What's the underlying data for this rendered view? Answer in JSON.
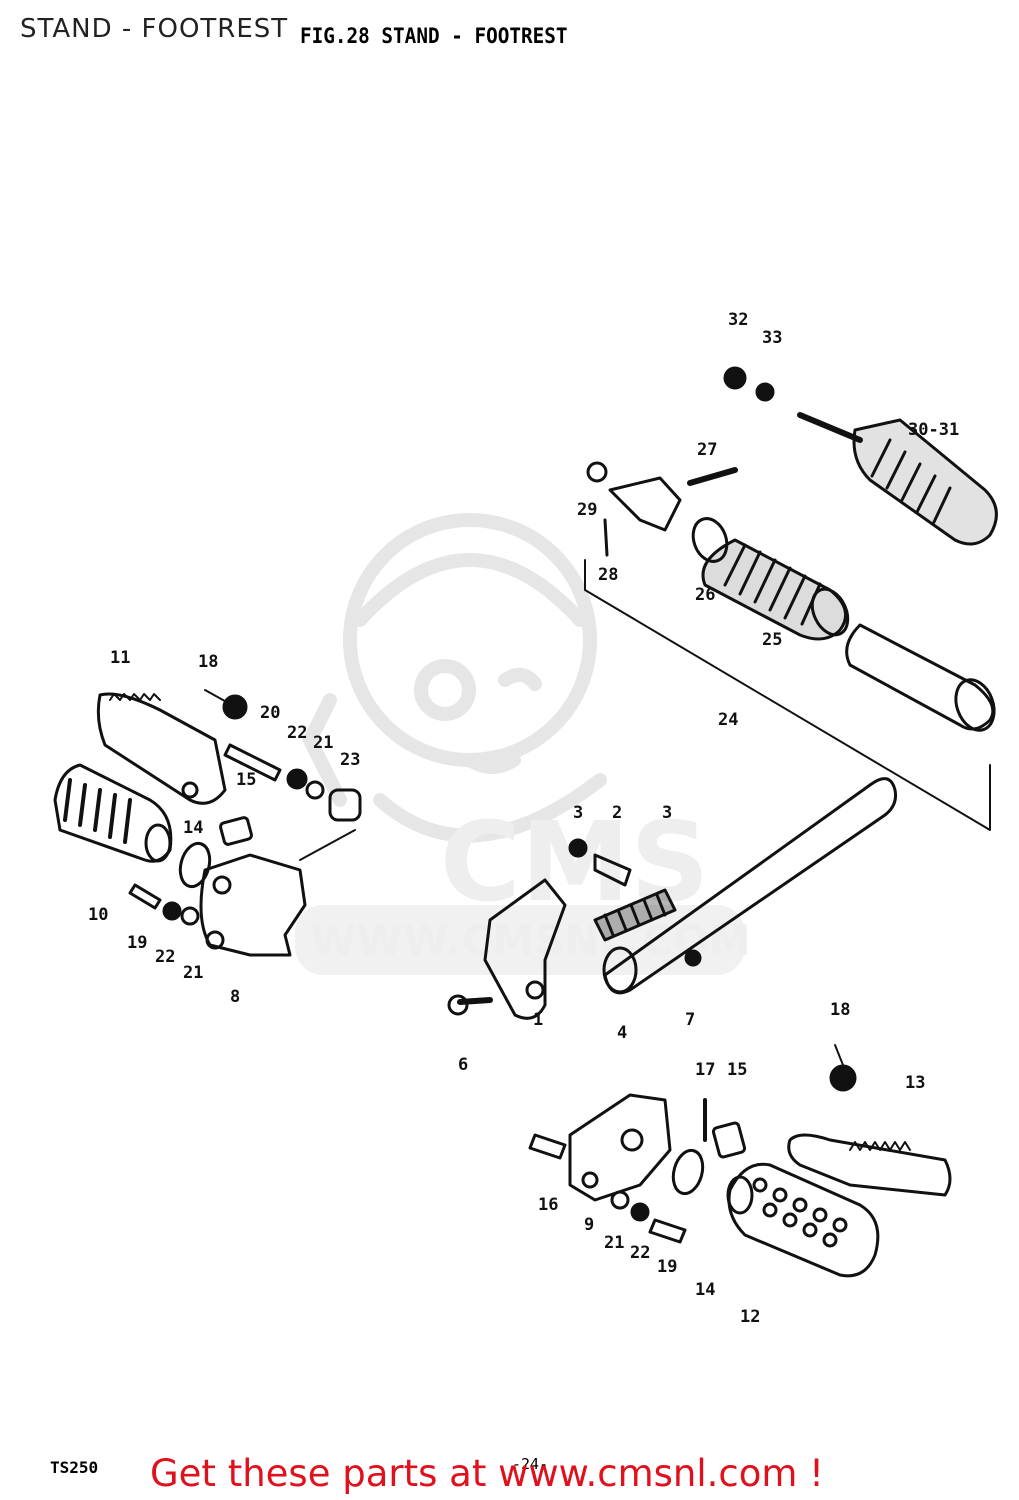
{
  "header": {
    "page_title": "STAND - FOOTREST",
    "figure_title": "FIG.28  STAND - FOOTREST"
  },
  "footer": {
    "model": "TS250",
    "page_number": "-24-",
    "cta": "Get these parts at www.cmsnl.com !"
  },
  "watermark": {
    "logo_text": "CMS",
    "url_text": "WWW.CMSNL.COM"
  },
  "part_labels": {
    "p1": "1",
    "p2": "2",
    "p3": "3",
    "p3b": "3",
    "p4": "4",
    "p6": "6",
    "p7": "7",
    "p8": "8",
    "p9": "9",
    "p10": "10",
    "p11": "11",
    "p12": "12",
    "p13": "13",
    "p14a": "14",
    "p14b": "14",
    "p15a": "15",
    "p15b": "15",
    "p16": "16",
    "p17": "17",
    "p18a": "18",
    "p18b": "18",
    "p19a": "19",
    "p19b": "19",
    "p20": "20",
    "p21a": "21",
    "p21b": "21",
    "p21c": "21",
    "p22a": "22",
    "p22b": "22",
    "p22c": "22",
    "p23": "23",
    "p24": "24",
    "p25": "25",
    "p26": "26",
    "p27": "27",
    "p28": "28",
    "p29": "29",
    "p30": "30-31",
    "p32": "32",
    "p33": "33"
  },
  "colors": {
    "cta": "#e0101c",
    "watermark": "#e6e6e6",
    "ink": "#111111"
  }
}
